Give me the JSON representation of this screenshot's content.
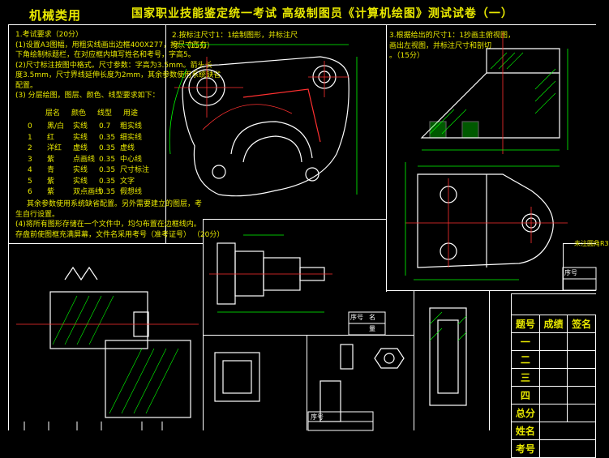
{
  "header": {
    "category": "机械类用",
    "title": "国家职业技能鉴定统一考试   高级制图员《计算机绘图》测试试卷（一）"
  },
  "q1": {
    "lines": [
      "1.考试要求（20分）",
      "(1)设置A3图幅，用粗实线画出边框400X277，按尺寸在右",
      "下角绘制标题栏，在对应框内填写姓名和考号，字高5。",
      "(2)尺寸标注按图中格式。尺寸参数：字高为3.5mm。箭头长",
      "度3.5mm，尺寸界线延伸长度为2mm，其余参数使用系统缺省",
      "配置。",
      "(3) 分层绘图，图层、颜色、线型要求如下："
    ],
    "layer_headers": [
      "层名",
      "颜色",
      "线型",
      "用途"
    ],
    "layers": [
      [
        "0",
        "黑/白",
        "实线",
        "0.7",
        "粗实线"
      ],
      [
        "1",
        "红",
        "实线",
        "0.35",
        "细实线"
      ],
      [
        "2",
        "洋红",
        "虚线",
        "0.35",
        "虚线"
      ],
      [
        "3",
        "紫",
        "点画线",
        "0.35",
        "中心线"
      ],
      [
        "4",
        "青",
        "实线",
        "0.35",
        "尺寸标注"
      ],
      [
        "5",
        "紫",
        "实线",
        "0.35",
        "文字"
      ],
      [
        "6",
        "紫",
        "双点画线",
        "0.35",
        "假想线"
      ]
    ],
    "tail": [
      "其余参数使用系统缺省配置。另外需要建立的图层，考",
      "生自行设置。",
      "(4)将所有图形存储在一个文件中，均匀布置在边框线内。",
      "存盘前使图框充满屏幕，文件名采用考号（准考证号）   （20分）"
    ]
  },
  "q2": {
    "lines": [
      "2.按标注尺寸1：1绘制图形，并标注尺",
      "寸。（15分）"
    ]
  },
  "q3": {
    "lines": [
      "3.根据给出的尺寸1：1抄画主俯视图，",
      "画出左视图，并标注尺寸和剖切",
      "。（15分）"
    ],
    "label": "未注圆角R3"
  },
  "score_table": {
    "headers": [
      "题号",
      "成绩",
      "签名"
    ],
    "rows": [
      "一",
      "二",
      "三",
      "四",
      "总分"
    ],
    "name_label": "姓名",
    "exam_label": "考号"
  },
  "small_tables": {
    "seq": "序号",
    "name": "名",
    "qty": "量"
  }
}
